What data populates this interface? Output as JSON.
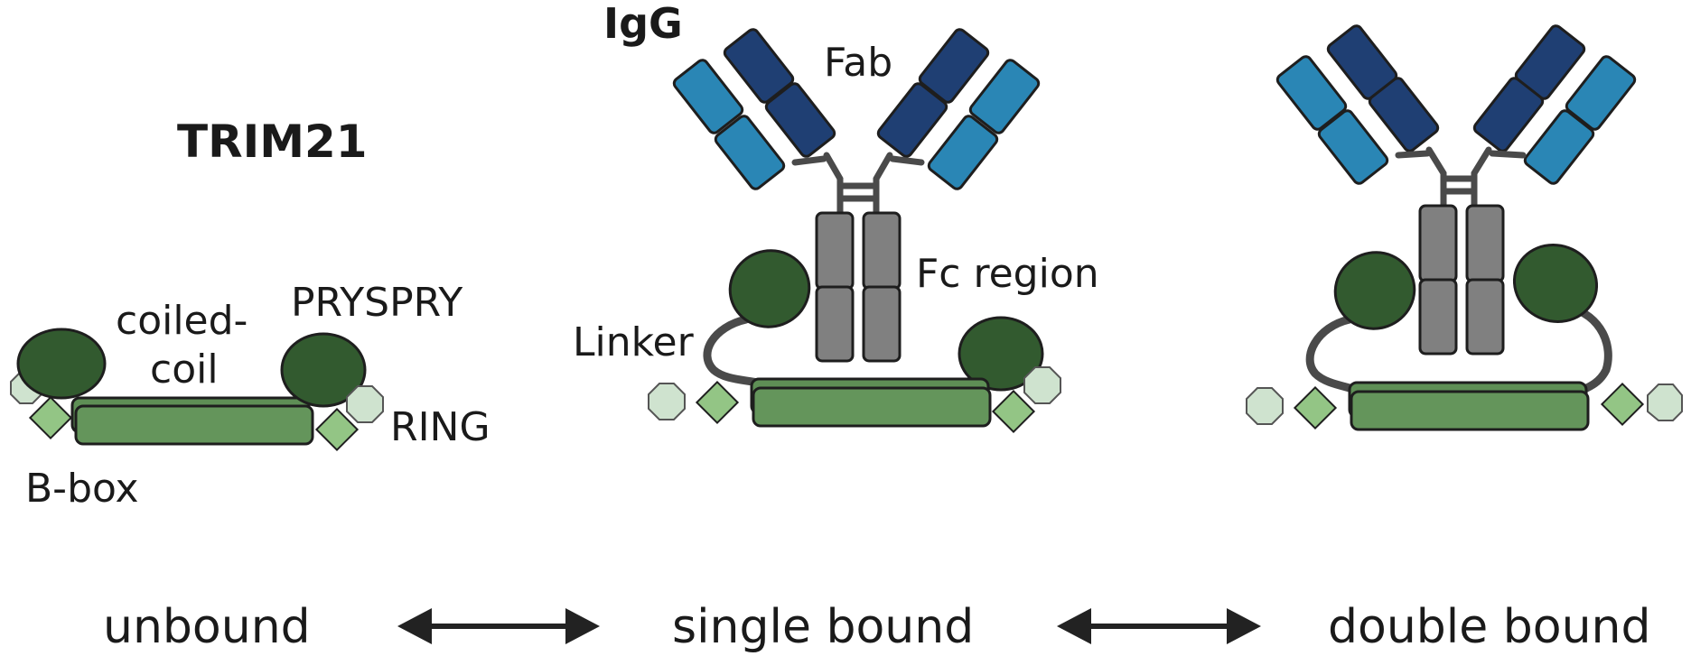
{
  "labels": {
    "trim21": "TRIM21",
    "igg": "IgG",
    "fab": "Fab",
    "fc_region": "Fc region",
    "linker": "Linker",
    "coiled_line1": "coiled-",
    "coiled_line2": "coil",
    "pryspry": "PRYSPRY",
    "ring": "RING",
    "bbox": "B-box"
  },
  "states": [
    "unbound",
    "single bound",
    "double bound"
  ],
  "colors": {
    "fab_dark": "#1f3f73",
    "fab_light": "#2a86b5",
    "fc_gray": "#808080",
    "hinge": "#4a4a4a",
    "pryspry_green": "#325a2f",
    "coil_green": "#5e8f55",
    "bbox_green": "#93c585",
    "ring_light": "#cfe3cf",
    "outline": "#1e1e1e",
    "arrow": "#222222"
  }
}
